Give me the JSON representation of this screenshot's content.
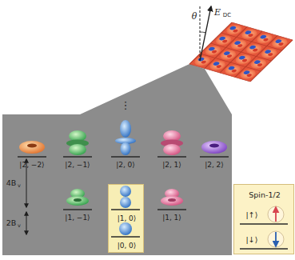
{
  "diagram": {
    "nodes": [
      {
        "text": [
          "|1, 0⟩",
          "|0, 0⟩"
        ]
      },
      {
        "text": [
          "Spin-1/2",
          "|↑⟩",
          "|↓⟩"
        ]
      }
    ],
    "labels": [
      "θ",
      "E",
      "DC",
      "⋮",
      "|2, −2⟩",
      "|2, −1⟩",
      "|2, 0⟩",
      "|2, 1⟩",
      "|2, 2⟩",
      "|1, −1⟩",
      "|1, 1⟩",
      "4B",
      "v",
      "2B",
      "v"
    ]
  }
}
